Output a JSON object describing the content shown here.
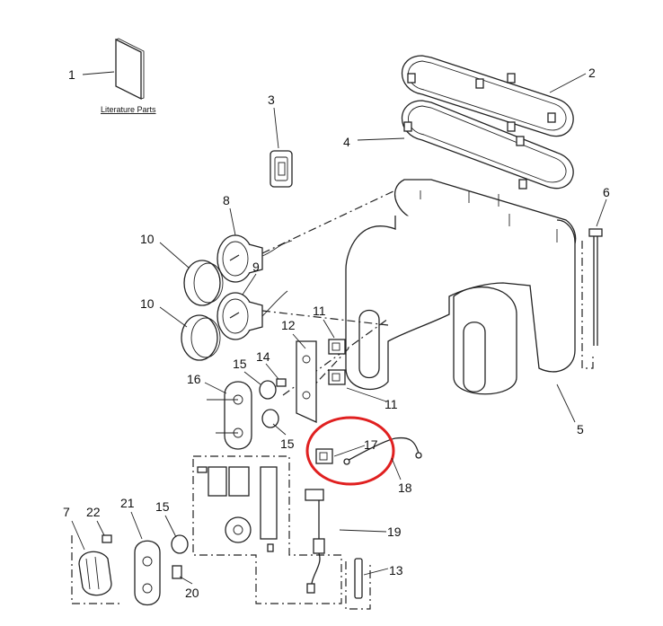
{
  "diagram": {
    "literature_label": "Literature Parts",
    "callouts": [
      "1",
      "2",
      "3",
      "4",
      "5",
      "6",
      "7",
      "8",
      "9",
      "10",
      "10",
      "11",
      "11",
      "12",
      "13",
      "14",
      "15",
      "15",
      "15",
      "16",
      "17",
      "18",
      "19",
      "20",
      "21",
      "22"
    ],
    "highlight_color": "#e02020"
  }
}
